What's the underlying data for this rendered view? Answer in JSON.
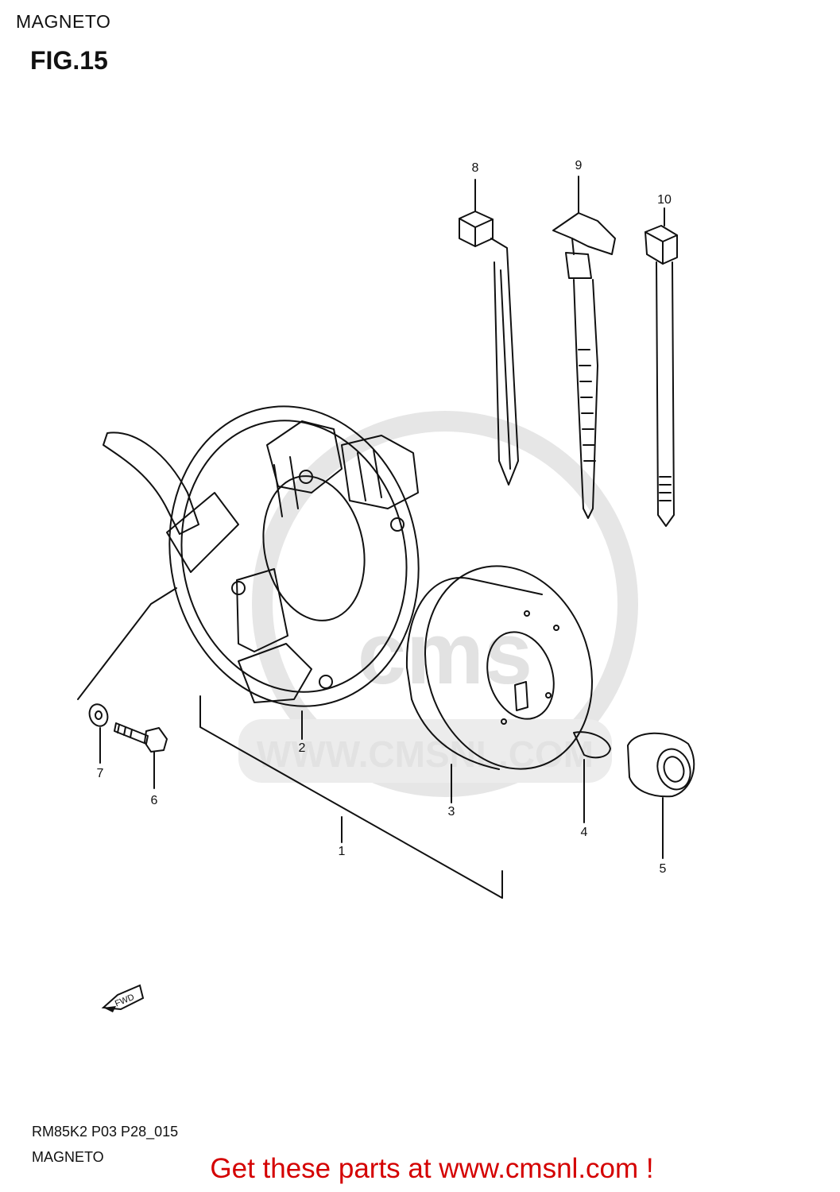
{
  "header": {
    "title": "MAGNETO",
    "figure": "FIG.15"
  },
  "watermark": {
    "text": "WWW.CMSNL.COM",
    "logo": "cms"
  },
  "callouts": [
    "1",
    "2",
    "3",
    "4",
    "5",
    "6",
    "7",
    "8",
    "9",
    "10"
  ],
  "direction_arrow": {
    "label": "FWD"
  },
  "footer": {
    "code": "RM85K2 P03 P28_015",
    "title": "MAGNETO",
    "cta": "Get these parts at www.cmsnl.com !"
  },
  "colors": {
    "cta": "#d40000",
    "ink": "#111111",
    "watermark": "#e2e2e2"
  }
}
